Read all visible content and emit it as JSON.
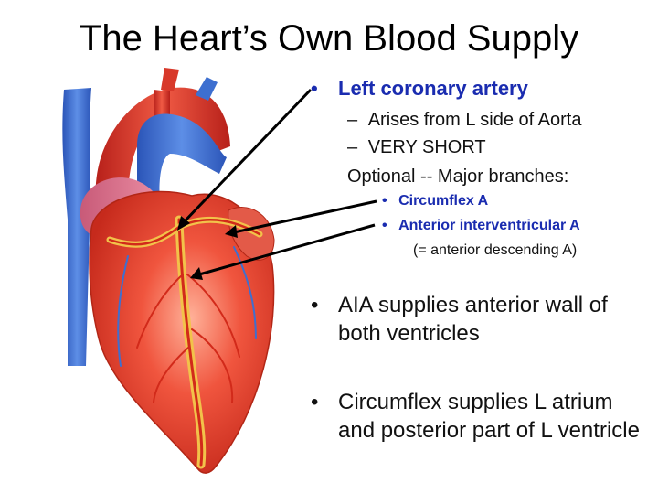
{
  "slide": {
    "title": "The Heart’s Own Blood Supply",
    "bullet_char": "•",
    "dash_char": "–",
    "points": {
      "left_coronary_artery": "Left coronary artery",
      "arises": "Arises from L side of Aorta",
      "very_short": "VERY SHORT",
      "optional": "Optional -- Major branches:",
      "circumflex": "Circumflex A",
      "anterior_interventricular": "Anterior interventricular A",
      "anterior_descending": "(= anterior descending A)",
      "aia_supplies": "AIA supplies anterior wall of both ventricles",
      "circumflex_supplies": "Circumflex supplies L atrium and posterior part of L ventricle"
    }
  },
  "colors": {
    "accent_text": "#1a2cb0",
    "heart_red": "#e0412f",
    "vessel_blue": "#3d6fd0"
  },
  "icons": [
    "heart-illustration",
    "arrow-icon"
  ]
}
